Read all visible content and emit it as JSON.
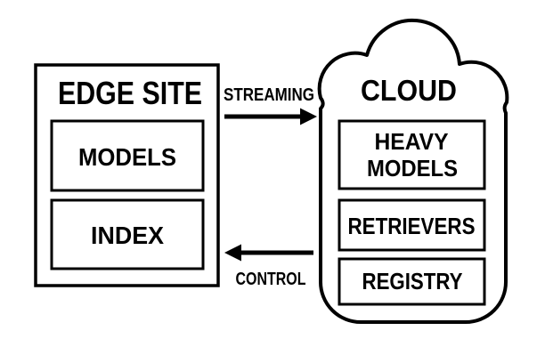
{
  "colors": {
    "line": "#000000",
    "background": "#ffffff",
    "text": "#000000"
  },
  "edge_site": {
    "title": "EDGE SITE",
    "boxes": [
      {
        "label": "MODELS"
      },
      {
        "label": "INDEX"
      }
    ]
  },
  "cloud": {
    "title": "CLOUD",
    "boxes": [
      {
        "label": "HEAVY MODELS",
        "lines": [
          "HEAVY",
          "MODELS"
        ]
      },
      {
        "label": "RETRIEVERS"
      },
      {
        "label": "REGISTRY"
      }
    ]
  },
  "arrows": {
    "streaming": {
      "label": "STREAMING",
      "direction": "edge-to-cloud"
    },
    "control": {
      "label": "CONTROL",
      "direction": "cloud-to-edge"
    }
  }
}
